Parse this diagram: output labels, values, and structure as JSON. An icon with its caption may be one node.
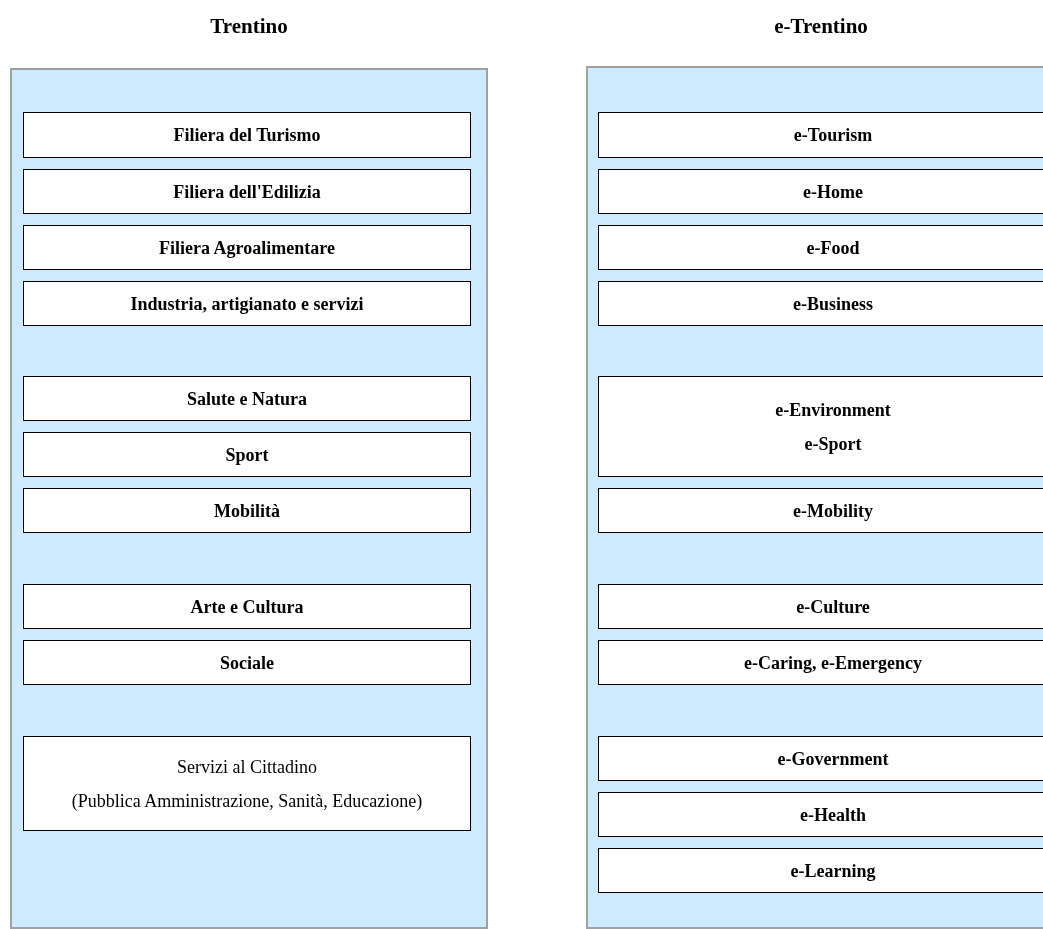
{
  "diagram": {
    "nodes": [
      {
        "text": [
          "Trentino"
        ]
      },
      {
        "text": [
          "Filiera del Turismo"
        ],
        "in": 0
      },
      {
        "text": [
          "Filiera dell'Edilizia"
        ],
        "in": 0
      },
      {
        "text": [
          "Filiera Agroalimentare"
        ],
        "in": 0
      },
      {
        "text": [
          "Industria, artigianato e servizi"
        ],
        "in": 0
      },
      {
        "text": [
          "Salute e Natura"
        ],
        "in": 0
      },
      {
        "text": [
          "Sport"
        ],
        "in": 0
      },
      {
        "text": [
          "Mobilità"
        ],
        "in": 0
      },
      {
        "text": [
          "Arte e Cultura"
        ],
        "in": 0
      },
      {
        "text": [
          "Sociale"
        ],
        "in": 0
      },
      {
        "text": [
          "Servizi al Cittadino",
          "(Pubblica Amministrazione, Sanità, Educazione)"
        ],
        "in": 0
      },
      {
        "text": [
          "e-Trentino"
        ]
      },
      {
        "text": [
          "e-Tourism"
        ],
        "in": 11
      },
      {
        "text": [
          "e-Home"
        ],
        "in": 11
      },
      {
        "text": [
          "e-Food"
        ],
        "in": 11
      },
      {
        "text": [
          "e-Business"
        ],
        "in": 11
      },
      {
        "text": [
          "e-Environment",
          "e-Sport"
        ],
        "in": 11
      },
      {
        "text": [
          "e-Mobility"
        ],
        "in": 11
      },
      {
        "text": [
          "e-Culture"
        ],
        "in": 11
      },
      {
        "text": [
          "e-Caring, e-Emergency"
        ],
        "in": 11
      },
      {
        "text": [
          "e-Government"
        ],
        "in": 11
      },
      {
        "text": [
          "e-Health"
        ],
        "in": 11
      },
      {
        "text": [
          "e-Learning"
        ],
        "in": 11
      }
    ],
    "edges": []
  }
}
